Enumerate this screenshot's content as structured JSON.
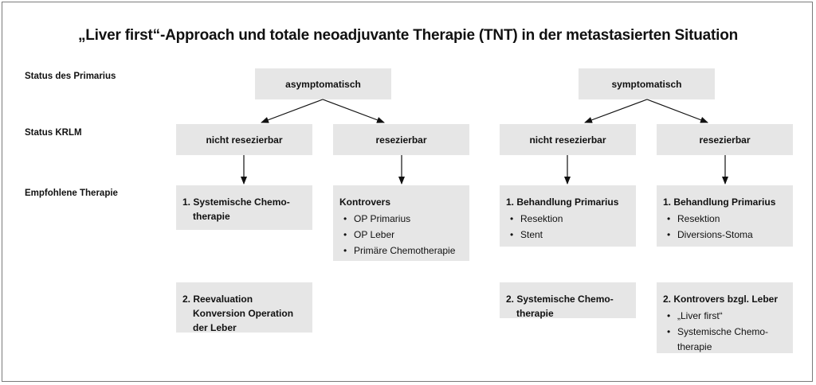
{
  "title": "„Liver first“-Approach und totale neoadjuvante Therapie (TNT) in der metastasierten Situation",
  "row_labels": {
    "primarius": "Status des Primarius",
    "krlm": "Status KRLM",
    "therapie": "Empfohlene Therapie"
  },
  "primarius": {
    "left": "asymptomatisch",
    "right": "symptomatisch"
  },
  "krlm": {
    "c1": "nicht resezierbar",
    "c2": "resezierbar",
    "c3": "nicht resezierbar",
    "c4": "resezierbar"
  },
  "therapy_top": {
    "c1": {
      "line1": "1. Systemische Chemo-",
      "line2": "therapie"
    },
    "c2": {
      "head": "Kontrovers",
      "items": [
        "OP Primarius",
        "OP Leber",
        "Primäre Chemotherapie"
      ]
    },
    "c3": {
      "head": "1. Behandlung Primarius",
      "items": [
        "Resektion",
        "Stent"
      ]
    },
    "c4": {
      "head": "1. Behandlung Primarius",
      "items": [
        "Resektion",
        "Diversions-Stoma"
      ]
    }
  },
  "therapy_bottom": {
    "c1": {
      "line1": "2. Reevaluation",
      "line2": "Konversion Operation",
      "line3": "der Leber"
    },
    "c3": {
      "line1": "2. Systemische Chemo-",
      "line2": "therapie"
    },
    "c4": {
      "head": "2. Kontrovers bzgl. Leber",
      "items": [
        "„Liver first“",
        "Systemische Chemo-"
      ],
      "item_cont": "therapie"
    }
  }
}
